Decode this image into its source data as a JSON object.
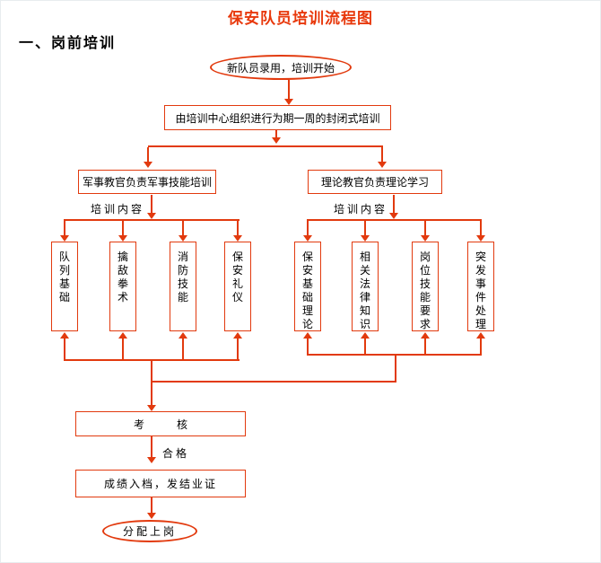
{
  "title": "保安队员培训流程图",
  "section": {
    "heading": "一、岗前培训"
  },
  "flow": {
    "start": "新队员录用，培训开始",
    "main_step": "由培训中心组织进行为期一周的封闭式培训",
    "left_branch": "军事教官负责军事技能培训",
    "right_branch": "理论教官负责理论学习",
    "left_branch_label": "培训内容",
    "right_branch_label": "培训内容",
    "left_items": [
      "队列基础",
      "擒敌拳术",
      "消防技能",
      "保安礼仪"
    ],
    "right_items": [
      "保安基础理论",
      "相关法律知识",
      "岗位技能要求",
      "突发事件处理"
    ],
    "exam": "考　　　核",
    "pass_label": "合格",
    "result": "成绩入档，发结业证",
    "end": "分配上岗"
  },
  "colors": {
    "accent": "#e23a0e",
    "title": "#e8380b",
    "text": "#000000"
  }
}
